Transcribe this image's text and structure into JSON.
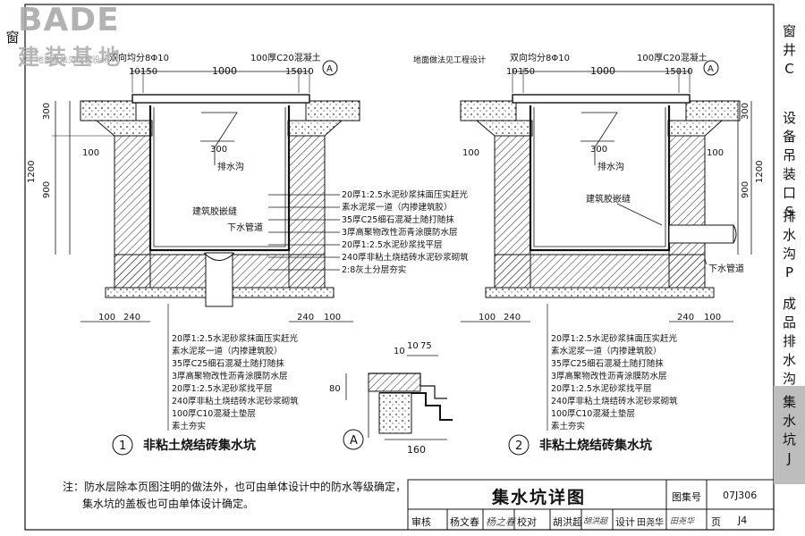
{
  "watermark": {
    "logo": "BADE",
    "logo_sub": "建装基地"
  },
  "left_strip": {
    "char": "窗"
  },
  "sidebar": [
    {
      "label": "窗井C",
      "active": false
    },
    {
      "label": "设备吊装口S",
      "active": false
    },
    {
      "label": "排水沟P",
      "active": false
    },
    {
      "label": "成品排水沟P",
      "active": false
    },
    {
      "label": "集水坑J",
      "active": true
    }
  ],
  "diagram1": {
    "num": "1",
    "caption": "非粘土烧结砖集水坑",
    "top_note": "地面做法见工程设计",
    "rebar_note": "双向均分8Φ10",
    "concrete_note": "100厚C20混凝土",
    "dims_top": [
      "10",
      "150",
      "1000",
      "150",
      "10"
    ],
    "dims_left": [
      "300",
      "1200",
      "900",
      "100"
    ],
    "dim_inner": "300",
    "gutter": "排水沟",
    "sealant": "建筑胶嵌缝",
    "pipe": "下水管道",
    "dims_bottom_left": [
      "100",
      "240"
    ],
    "dims_bottom_right": [
      "240",
      "100"
    ],
    "mark_A": "A",
    "layers": [
      "20厚1:2.5水泥砂浆抹面压实赶光",
      "素水泥浆一道（内掺建筑胶）",
      "35厚C25细石混凝土随打随抹",
      "3厚高聚物改性沥青涂膜防水层",
      "20厚1:2.5水泥砂浆找平层",
      "240厚非粘土烧结砖水泥砂浆砌筑",
      "2:8灰土分层夯实"
    ],
    "layers_bottom": [
      "20厚1:2.5水泥砂浆抹面压实赶光",
      "素水泥浆一道（内掺建筑胶）",
      "35厚C25细石混凝土随打随抹",
      "3厚高聚物改性沥青涂膜防水层",
      "20厚1:2.5水泥砂浆找平层",
      "240厚非粘土烧结砖水泥砂浆砌筑",
      "100厚C10混凝土垫层",
      "素土夯实"
    ]
  },
  "diagram2": {
    "num": "2",
    "caption": "非粘土烧结砖集水坑",
    "top_note": "地面做法见工程设计",
    "rebar_note": "双向均分8Φ10",
    "concrete_note": "100厚C20混凝土",
    "dims_top": [
      "10",
      "150",
      "1000",
      "150",
      "10"
    ],
    "dims_right": [
      "300",
      "1200",
      "900",
      "100"
    ],
    "dims_left": [
      "100"
    ],
    "dim_inner": "300",
    "gutter": "排水沟",
    "sealant": "建筑胶嵌缝",
    "pipe": "下水管道",
    "dims_bottom_left": [
      "100",
      "240"
    ],
    "dims_bottom_right": [
      "240",
      "100"
    ],
    "mark_A": "A",
    "layers_bottom": [
      "20厚1:2.5水泥砂浆抹面压实赶光",
      "素水泥浆一道（内掺建筑胶）",
      "35厚C25细石混凝土随打随抹",
      "3厚高聚物改性沥青涂膜防水层",
      "20厚1:2.5水泥砂浆找平层",
      "240厚非粘土烧结砖水泥砂浆砌筑",
      "100厚C10混凝土垫层",
      "素土夯实"
    ]
  },
  "detail_A": {
    "mark": "A",
    "dims": [
      "10",
      "10",
      "75"
    ],
    "dim_side": "80",
    "dim_bottom": "160"
  },
  "notes": [
    "注：防水层除本页图注明的做法外，也可由单体设计中的防水等级确定，",
    "集水坑的盖板也可由单体设计确定。"
  ],
  "title_block": {
    "title": "集水坑详图",
    "atlas_label": "图集号",
    "atlas_no": "07J306",
    "review_label": "审核",
    "review_name": "杨文春",
    "check_label": "校对",
    "check_name": "胡洪超",
    "design_label": "设计",
    "design_name": "田尧华",
    "page_label": "页",
    "page_no": "J4",
    "sig1": "杨之春",
    "sig2": "胡洪超",
    "sig3": "田尧华"
  }
}
